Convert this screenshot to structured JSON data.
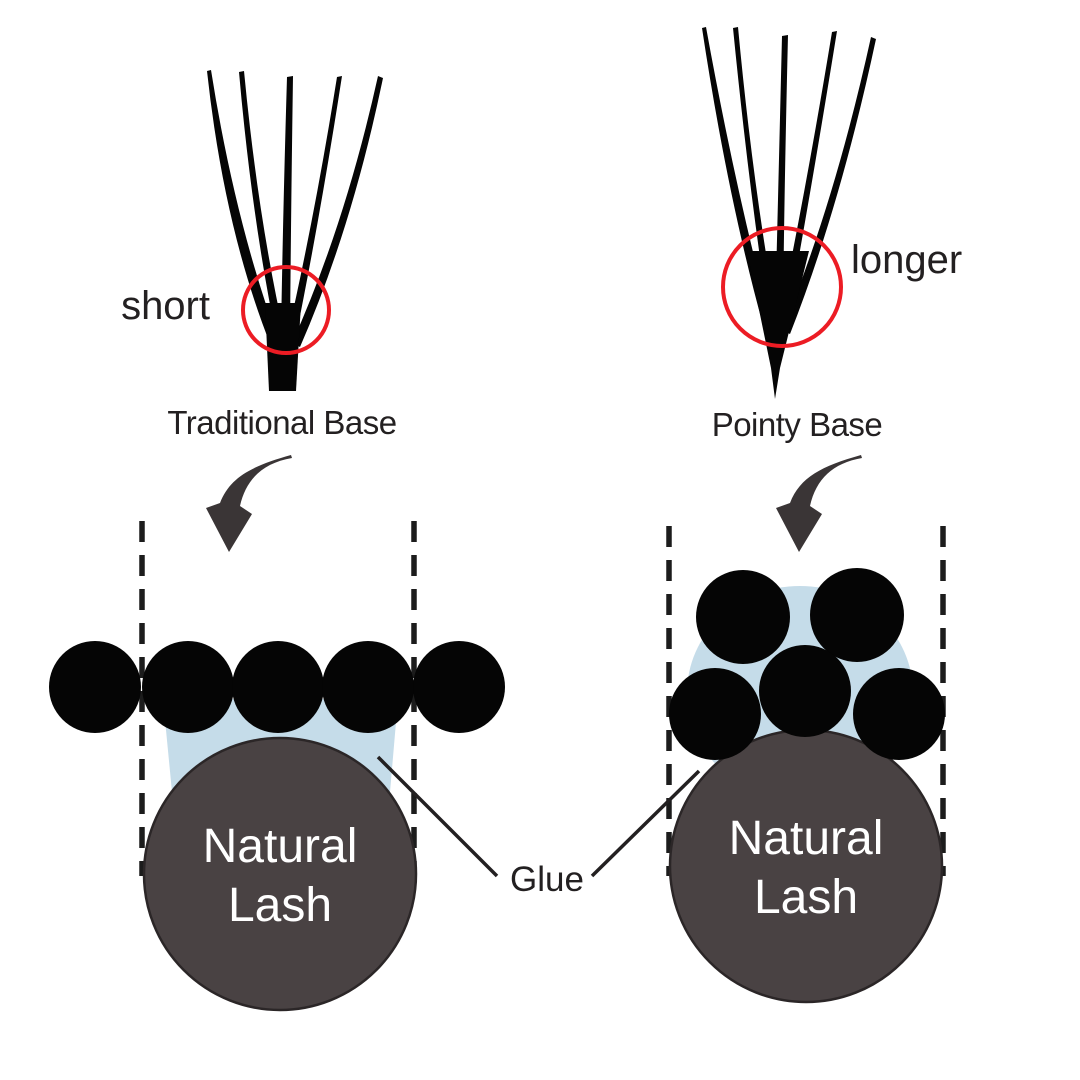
{
  "diagram": {
    "left_panel": {
      "tip_label": "short",
      "base_label": "Traditional Base",
      "extension_lash_count": 5,
      "cluster_circle_count": 5,
      "natural_lash": {
        "line1": "Natural",
        "line2": "Lash"
      }
    },
    "right_panel": {
      "tip_label": "longer",
      "base_label": "Pointy Base",
      "extension_lash_count": 5,
      "cluster_circle_count": 5,
      "natural_lash": {
        "line1": "Natural",
        "line2": "Lash"
      }
    },
    "glue_label": "Glue"
  },
  "colors": {
    "background": "#ffffff",
    "lash_black": "#050505",
    "text": "#232021",
    "red_circle": "#ec1c24",
    "glue_blue": "#c5dce9",
    "natural_lash_gray": "#494243",
    "natural_lash_text": "#ffffff",
    "arrow": "#3a3536",
    "dashed_line": "#1c1c1c"
  }
}
